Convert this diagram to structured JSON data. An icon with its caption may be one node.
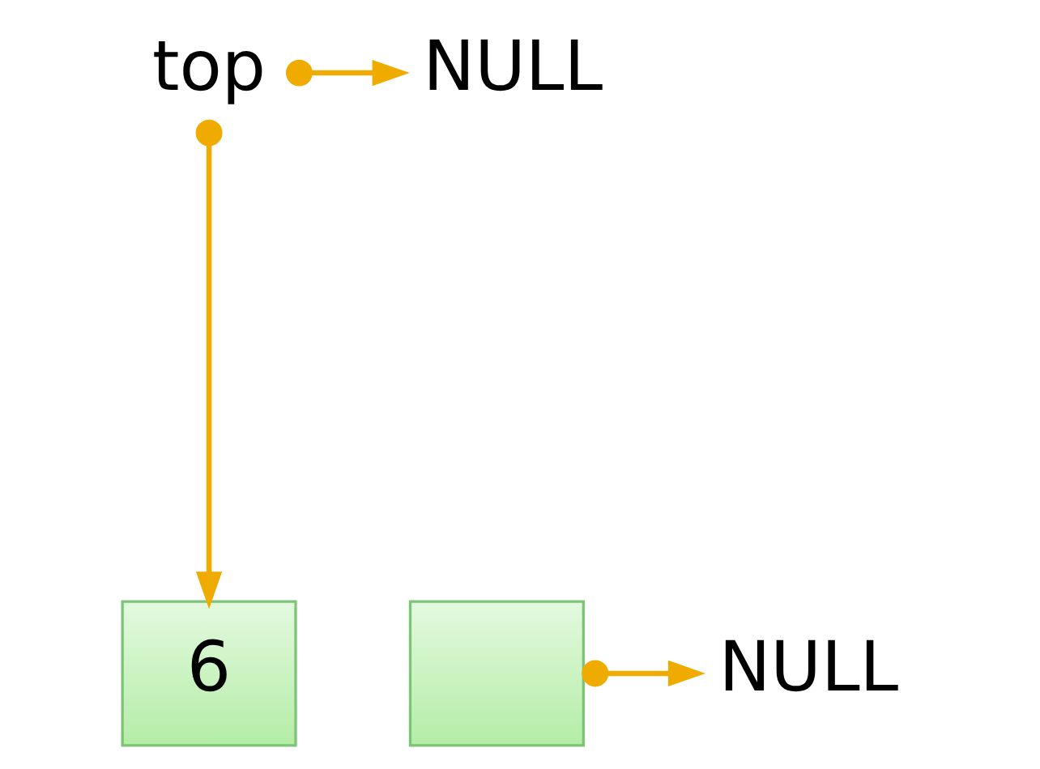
{
  "diagram": {
    "nodes": [
      {
        "text": [
          "top"
        ]
      },
      {
        "text": [
          "NULL"
        ]
      },
      {
        "text": [
          "6"
        ]
      },
      {
        "text": [],
        "shape": "box"
      },
      {
        "text": [
          "NULL"
        ]
      }
    ],
    "edges": [
      {
        "from": 0,
        "to": 1,
        "arrow": "to"
      },
      {
        "from": 0,
        "to": 2,
        "arrow": "to"
      },
      {
        "from": 3,
        "to": 4,
        "arrow": "to"
      }
    ]
  }
}
